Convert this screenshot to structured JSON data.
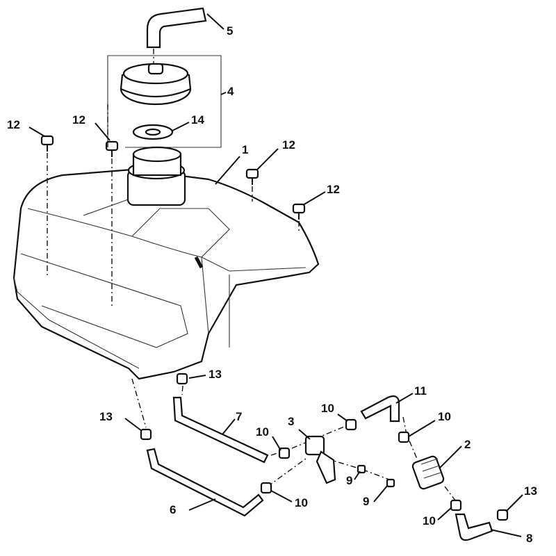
{
  "diagram": {
    "callouts": [
      {
        "id": "c5",
        "label": "5"
      },
      {
        "id": "c4",
        "label": "4"
      },
      {
        "id": "c14",
        "label": "14"
      },
      {
        "id": "c12a",
        "label": "12"
      },
      {
        "id": "c12b",
        "label": "12"
      },
      {
        "id": "c1",
        "label": "1"
      },
      {
        "id": "c12c",
        "label": "12"
      },
      {
        "id": "c12d",
        "label": "12"
      },
      {
        "id": "c13a",
        "label": "13"
      },
      {
        "id": "c13b",
        "label": "13"
      },
      {
        "id": "c7",
        "label": "7"
      },
      {
        "id": "c10a",
        "label": "10"
      },
      {
        "id": "c11",
        "label": "11"
      },
      {
        "id": "c10b",
        "label": "10"
      },
      {
        "id": "c3",
        "label": "3"
      },
      {
        "id": "c10c",
        "label": "10"
      },
      {
        "id": "c2",
        "label": "2"
      },
      {
        "id": "c9a",
        "label": "9"
      },
      {
        "id": "c9b",
        "label": "9"
      },
      {
        "id": "c6",
        "label": "6"
      },
      {
        "id": "c10d",
        "label": "10"
      },
      {
        "id": "c10e",
        "label": "10"
      },
      {
        "id": "c13c",
        "label": "13"
      },
      {
        "id": "c8",
        "label": "8"
      }
    ]
  }
}
